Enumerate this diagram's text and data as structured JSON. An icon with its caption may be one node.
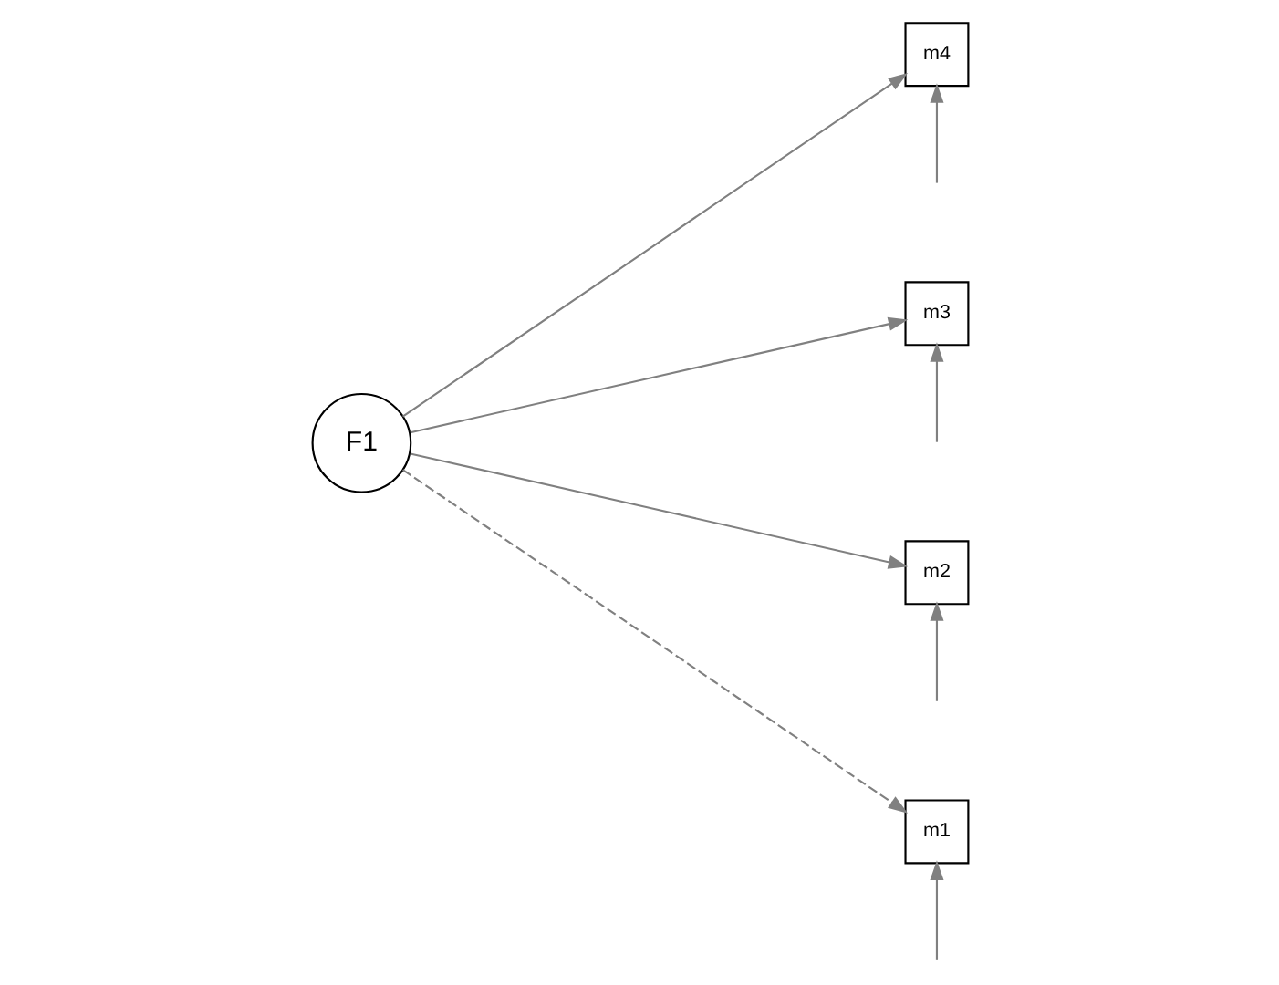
{
  "diagram": {
    "nodes": [
      {
        "text": [
          "F1"
        ]
      },
      {
        "text": [
          "m4"
        ]
      },
      {
        "text": [
          "m3"
        ]
      },
      {
        "text": [
          "m2"
        ]
      },
      {
        "text": [
          "m1"
        ]
      }
    ],
    "edges": [
      {
        "from": 0,
        "to": 1,
        "arrow": "to"
      },
      {
        "from": 0,
        "to": 2,
        "arrow": "to"
      },
      {
        "from": 0,
        "to": 3,
        "arrow": "to"
      },
      {
        "from": 0,
        "to": 4,
        "arrow": "to",
        "style": "dashed"
      },
      {
        "from": null,
        "to": 1,
        "arrow": "to"
      },
      {
        "from": null,
        "to": 2,
        "arrow": "to"
      },
      {
        "from": null,
        "to": 3,
        "arrow": "to"
      },
      {
        "from": null,
        "to": 4,
        "arrow": "to"
      }
    ]
  }
}
